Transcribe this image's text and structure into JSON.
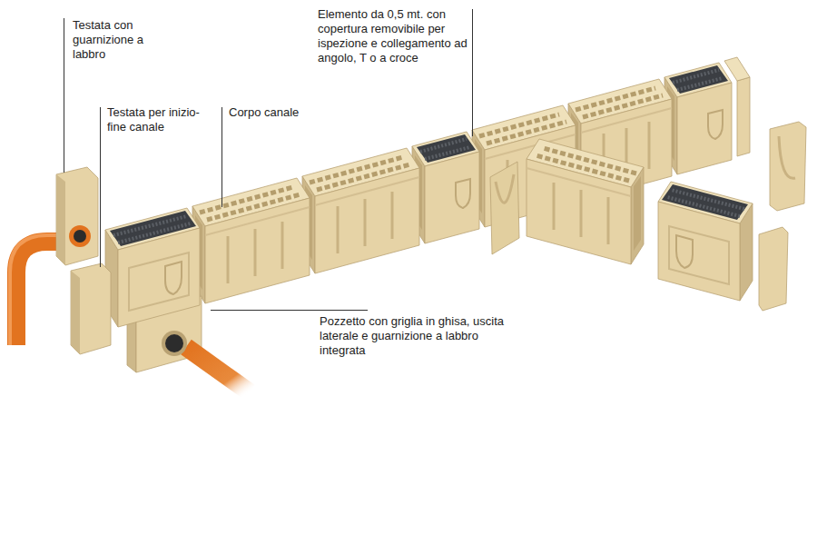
{
  "diagram": {
    "labels": [
      "Testata con guarnizione a labbro",
      "Testata per inizio-fine canale",
      "Corpo canale",
      "Elemento da 0,5 mt. con copertura removibile per ispezione e collegamento ad angolo, T o a croce",
      "Pozzetto con griglia in ghisa, uscita laterale e guarnizione a labbro integrata"
    ]
  }
}
